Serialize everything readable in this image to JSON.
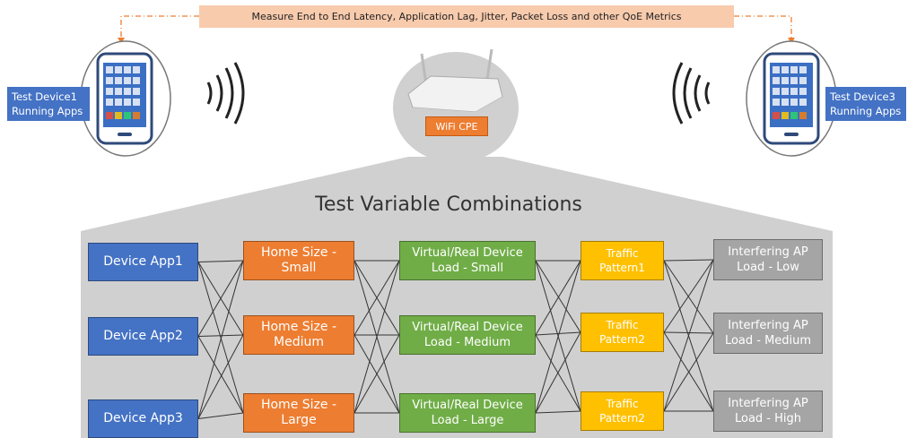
{
  "banner": "Measure  End to End Latency,  Application Lag, Jitter, Packet Loss and other QoE Metrics",
  "cpe_label": "WiFi CPE",
  "title": "Test Variable Combinations",
  "left_device_label": [
    "Test Device1",
    "Running Apps"
  ],
  "right_device_label": [
    "Test Device3",
    "Running Apps"
  ],
  "columns": [
    {
      "name": "device-app",
      "color": "#4472c4",
      "items": [
        [
          "Device App1"
        ],
        [
          "Device App2"
        ],
        [
          "Device App3"
        ]
      ]
    },
    {
      "name": "home-size",
      "color": "#ed7d31",
      "items": [
        [
          "Home Size -",
          "Small"
        ],
        [
          "Home Size -",
          "Medium"
        ],
        [
          "Home Size -",
          "Large"
        ]
      ]
    },
    {
      "name": "device-load",
      "color": "#70ad47",
      "items": [
        [
          "Virtual/Real Device",
          "Load - Small"
        ],
        [
          "Virtual/Real Device",
          "Load - Medium"
        ],
        [
          "Virtual/Real Device",
          "Load - Large"
        ]
      ]
    },
    {
      "name": "traffic-pattern",
      "color": "#ffc000",
      "items": [
        [
          "Traffic",
          "Pattern1"
        ],
        [
          "Traffic",
          "Pattern2"
        ],
        [
          "Traffic",
          "Pattern2"
        ]
      ]
    },
    {
      "name": "interfering-ap",
      "color": "#a5a5a5",
      "items": [
        [
          "Interfering AP",
          "Load - Low"
        ],
        [
          "Interfering AP",
          "Load - Medium"
        ],
        [
          "Interfering AP",
          "Load - High"
        ]
      ]
    }
  ]
}
